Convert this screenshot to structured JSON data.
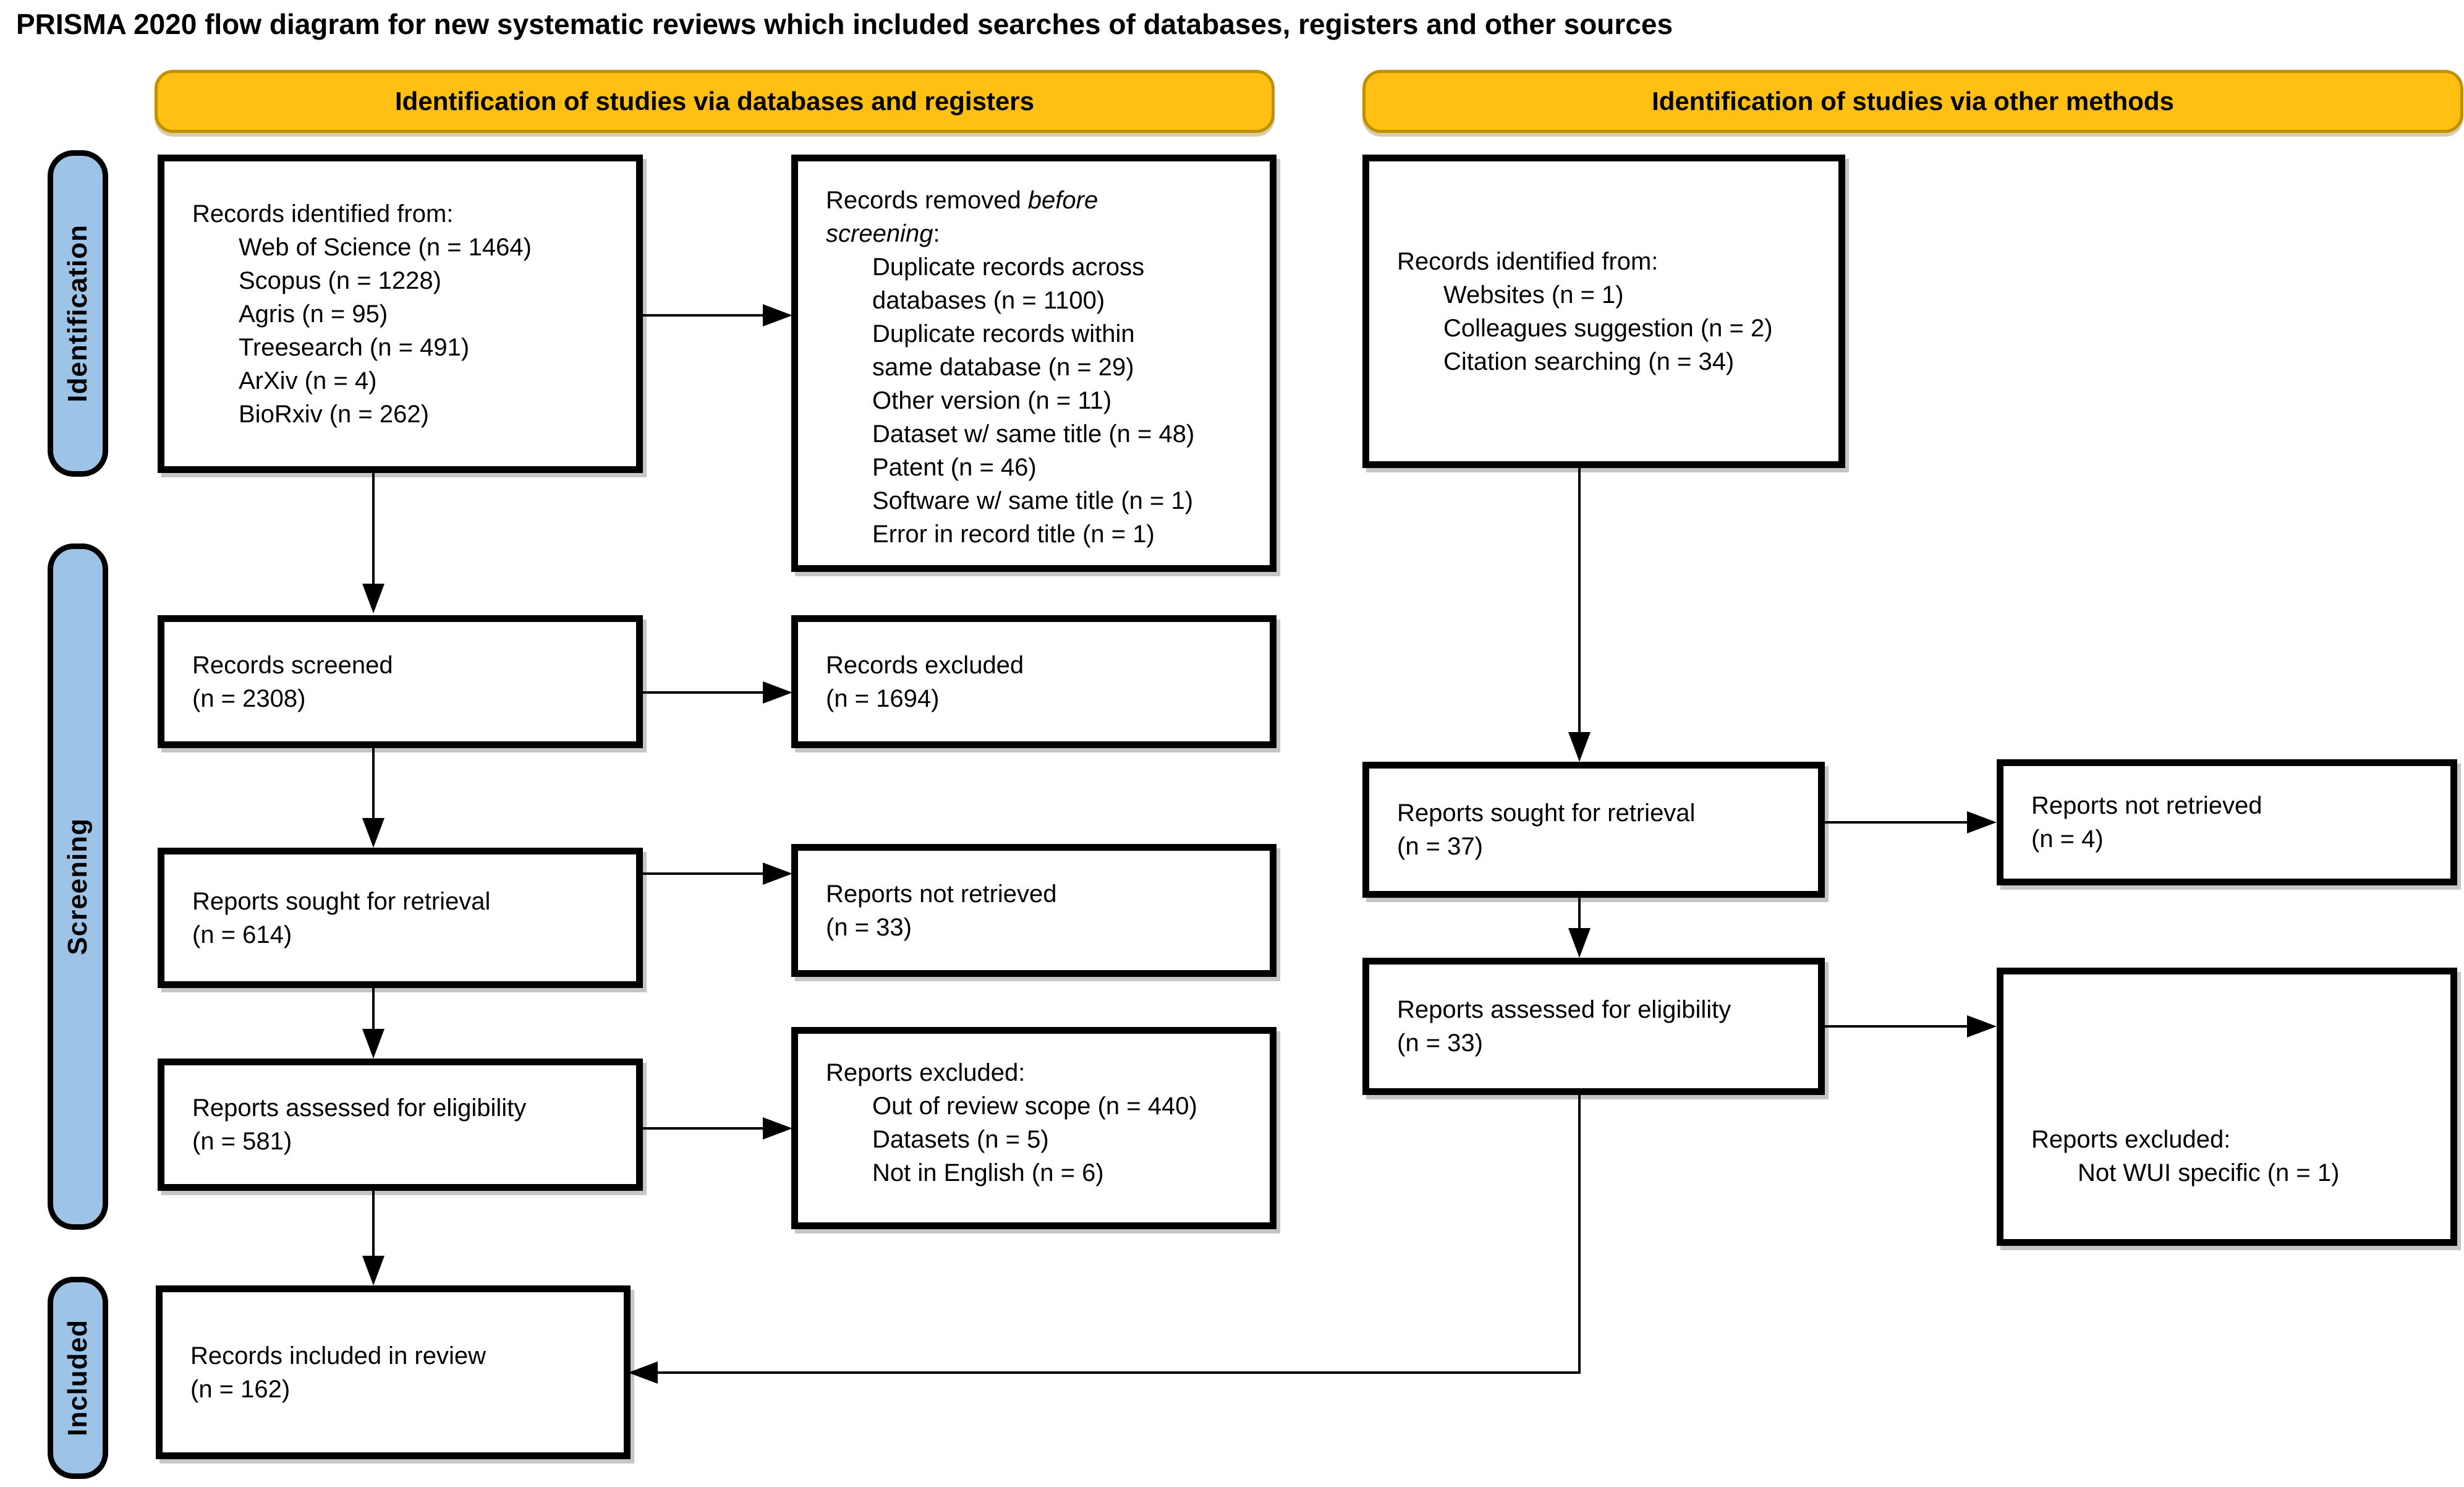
{
  "title": "PRISMA 2020 flow diagram for new systematic reviews which included searches of databases, registers and other sources",
  "headers": {
    "databases": "Identification of studies via databases and registers",
    "other_methods": "Identification of studies via other methods"
  },
  "stages": {
    "identification": "Identification",
    "screening": "Screening",
    "included": "Included"
  },
  "colors": {
    "header_fill": "#FFC013",
    "header_border": "#BF9000",
    "stage_fill": "#9DC3E6",
    "box_border": "#000000",
    "background": "#FFFFFF"
  },
  "boxes": {
    "records_identified_db": {
      "intro": "Records identified from:",
      "items": [
        "Web of Science (n = 1464)",
        "Scopus (n = 1228)",
        "Agris (n = 95)",
        "Treesearch (n = 491)",
        "ArXiv (n = 4)",
        "BioRxiv (n = 262)"
      ]
    },
    "records_removed": {
      "intro_prefix": "Records removed ",
      "intro_italic": "before screening",
      "intro_suffix": ":",
      "items": [
        "Duplicate records across\ndatabases (n = 1100)",
        "Duplicate records within\nsame database (n = 29)",
        "Other version (n = 11)",
        "Dataset w/ same title (n = 48)",
        "Patent (n = 46)",
        "Software w/ same title (n = 1)",
        "Error in record title (n = 1)"
      ]
    },
    "records_screened": {
      "lines": [
        "Records screened",
        "(n = 2308)"
      ]
    },
    "records_excluded": {
      "lines": [
        "Records excluded",
        "(n = 1694)"
      ]
    },
    "reports_sought_db": {
      "lines": [
        "Reports sought for retrieval",
        "(n = 614)"
      ]
    },
    "reports_not_retrieved_db": {
      "lines": [
        "Reports not retrieved",
        "(n = 33)"
      ]
    },
    "reports_assessed_db": {
      "lines": [
        "Reports assessed for eligibility",
        "(n = 581)"
      ]
    },
    "reports_excluded_db": {
      "intro": "Reports excluded:",
      "items": [
        "Out of review scope (n = 440)",
        "Datasets (n = 5)",
        "Not in English (n = 6)"
      ]
    },
    "records_included": {
      "lines": [
        "Records included in review",
        "(n = 162)"
      ]
    },
    "records_identified_other": {
      "intro": "Records identified from:",
      "items": [
        "Websites (n = 1)",
        "Colleagues suggestion (n = 2)",
        "Citation searching (n = 34)"
      ]
    },
    "reports_sought_other": {
      "lines": [
        "Reports sought for retrieval",
        "(n = 37)"
      ]
    },
    "reports_not_retrieved_other": {
      "lines": [
        "Reports not retrieved",
        "(n = 4)"
      ]
    },
    "reports_assessed_other": {
      "lines": [
        "Reports assessed for eligibility",
        "(n = 33)"
      ]
    },
    "reports_excluded_other": {
      "intro": "Reports excluded:",
      "items": [
        "Not WUI specific (n = 1)"
      ]
    }
  }
}
